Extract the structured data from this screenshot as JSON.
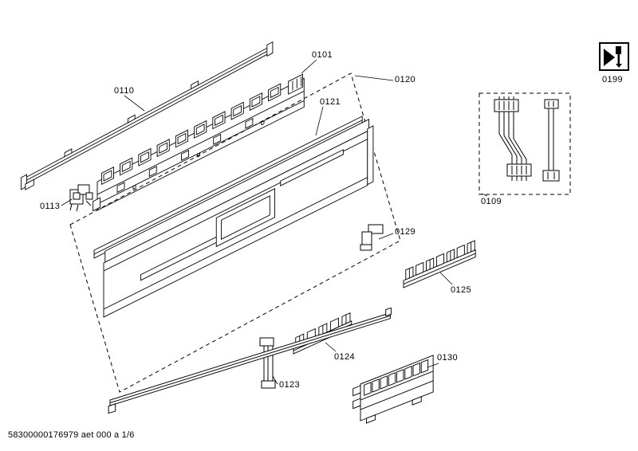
{
  "document": {
    "footer_code": "58300000176979 aet 000 a 1/6",
    "background_color": "#ffffff",
    "line_color": "#000000"
  },
  "callouts": {
    "part_0101": "0101",
    "part_0109": "0109",
    "part_0110": "0110",
    "part_0113": "0113",
    "part_0120": "0120",
    "part_0121": "0121",
    "part_0123": "0123",
    "part_0124": "0124",
    "part_0125": "0125",
    "part_0129": "0129",
    "part_0130": "0130",
    "part_0199": "0199"
  },
  "icons": {
    "corner_symbol": "service-tool-icon"
  }
}
